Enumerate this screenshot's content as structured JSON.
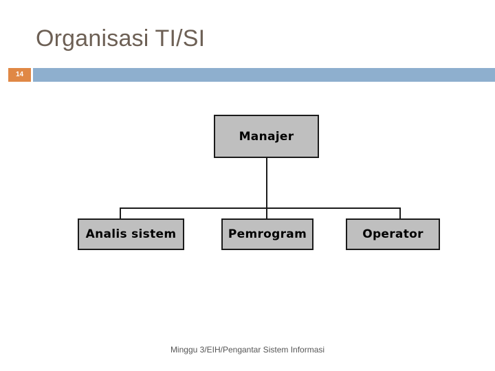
{
  "slide": {
    "title": "Organisasi TI/SI",
    "page_number": "14",
    "footer": "Minggu 3/EIH/Pengantar Sistem Informasi",
    "colors": {
      "title_text": "#6d6055",
      "badge_background": "#e08845",
      "badge_text": "#ffffff",
      "rule_bar": "#8eafce",
      "node_fill": "#bfbfbf",
      "node_border": "#1a1a1a",
      "connector": "#1a1a1a",
      "footer_text": "#555555",
      "slide_background": "#ffffff"
    }
  },
  "orgchart": {
    "root": {
      "label": "Manajer"
    },
    "children": [
      {
        "label": "Analis sistem"
      },
      {
        "label": "Pemrogram"
      },
      {
        "label": "Operator"
      }
    ]
  }
}
